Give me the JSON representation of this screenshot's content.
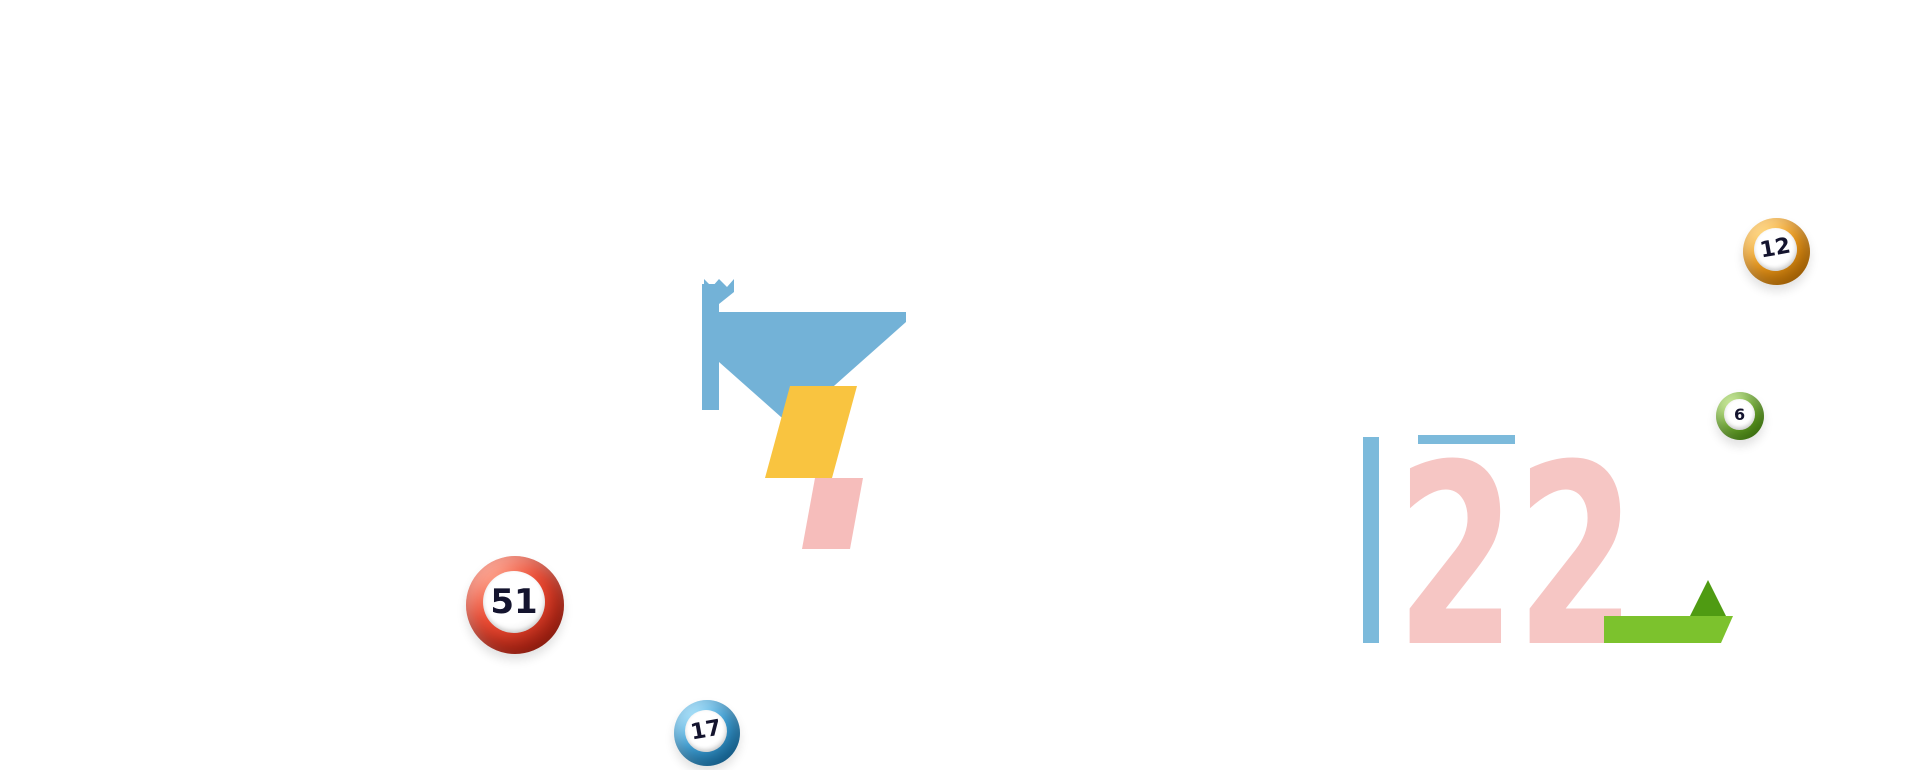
{
  "page": {
    "background_color": "#ffffff"
  },
  "balls": [
    {
      "number": "51",
      "color": "#df3827"
    },
    {
      "number": "17",
      "color": "#2e9ad8"
    },
    {
      "number": "12",
      "color": "#f59b10"
    },
    {
      "number": "6",
      "color": "#6fb92c"
    }
  ],
  "decorations": {
    "left": {
      "blue": "#73b2d7",
      "yellow": "#f9c440",
      "pink": "#f6bdbb"
    },
    "right": {
      "blue_bar": "#7cbadb",
      "digits": "22",
      "digits_color": "#f6c6c4",
      "green": "#7cc22d",
      "green_dark": "#4f9b12"
    }
  }
}
